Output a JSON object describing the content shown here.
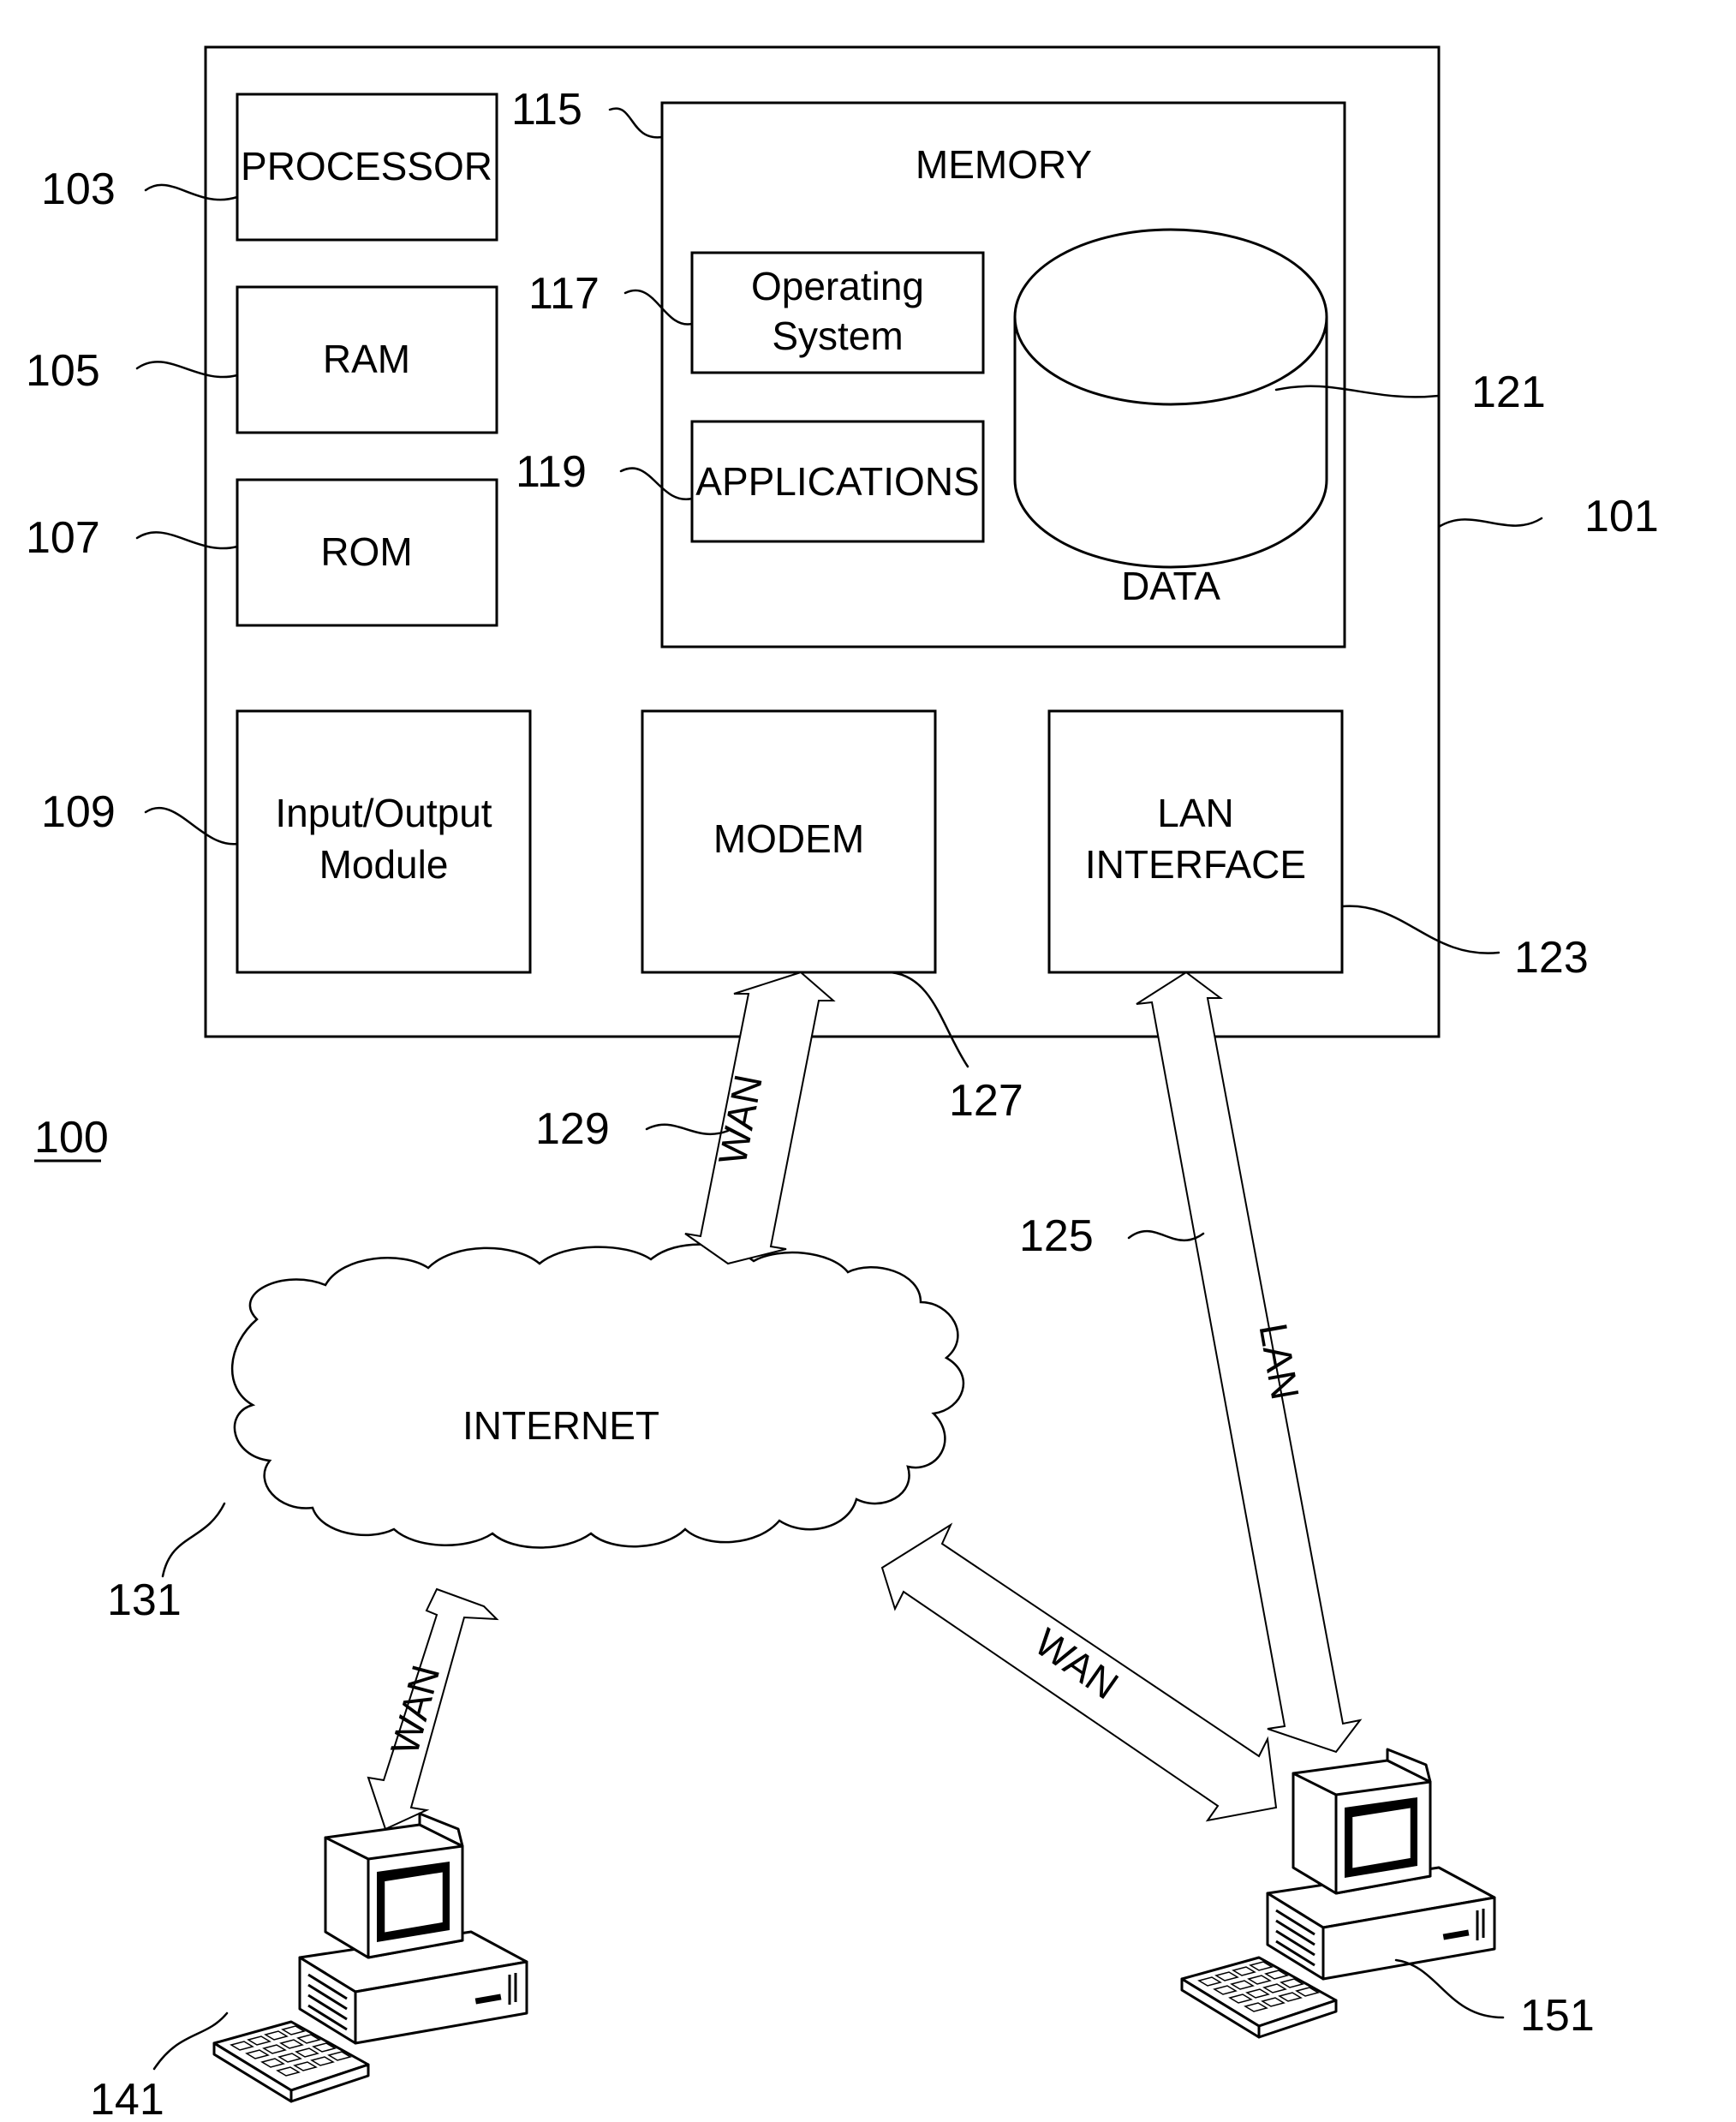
{
  "figure": {
    "figure_number": "100",
    "device": {
      "ref": "101",
      "processor": {
        "label": "PROCESSOR",
        "ref": "103"
      },
      "ram": {
        "label": "RAM",
        "ref": "105"
      },
      "rom": {
        "label": "ROM",
        "ref": "107"
      },
      "io_module": {
        "label_line1": "Input/Output",
        "label_line2": "Module",
        "ref": "109"
      },
      "memory": {
        "label": "MEMORY",
        "ref": "115",
        "operating_system": {
          "label_line1": "Operating",
          "label_line2": "System",
          "ref": "117"
        },
        "applications": {
          "label": "APPLICATIONS",
          "ref": "119"
        },
        "data": {
          "label": "DATA",
          "ref": "121"
        }
      },
      "modem": {
        "label": "MODEM",
        "ref": "127"
      },
      "lan_interface": {
        "label_line1": "LAN",
        "label_line2": "INTERFACE",
        "ref": "123"
      }
    },
    "links": {
      "wan_modem": {
        "label": "WAN",
        "ref": "129"
      },
      "lan": {
        "label": "LAN",
        "ref": "125"
      },
      "wan_terminal_141": {
        "label": "WAN"
      },
      "wan_terminal_151": {
        "label": "WAN"
      }
    },
    "internet": {
      "label": "INTERNET",
      "ref": "131"
    },
    "terminals": [
      {
        "ref": "141",
        "icon": "computer-icon"
      },
      {
        "ref": "151",
        "icon": "computer-icon"
      }
    ]
  }
}
